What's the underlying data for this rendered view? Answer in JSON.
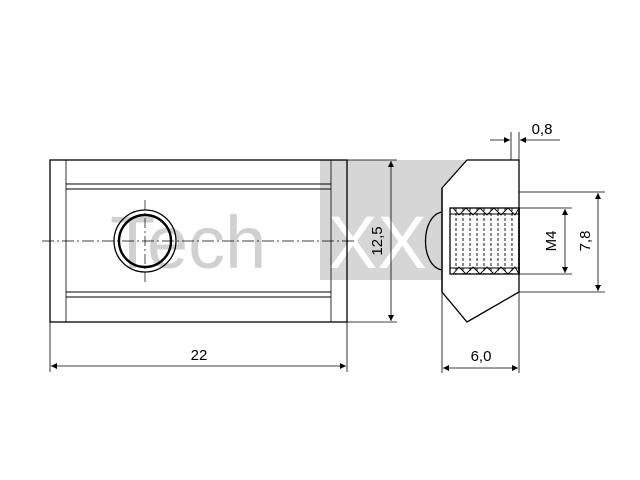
{
  "watermark": {
    "brand": "Tech",
    "mark": "XX"
  },
  "dimensions": {
    "length": "22",
    "height": "12,5",
    "width": "6,0",
    "flange": "0,8",
    "thread": "M4",
    "thread_height": "7,8"
  },
  "colors": {
    "line": "#000000",
    "watermark": "#d0d0d0",
    "fill": "#ffffff"
  }
}
